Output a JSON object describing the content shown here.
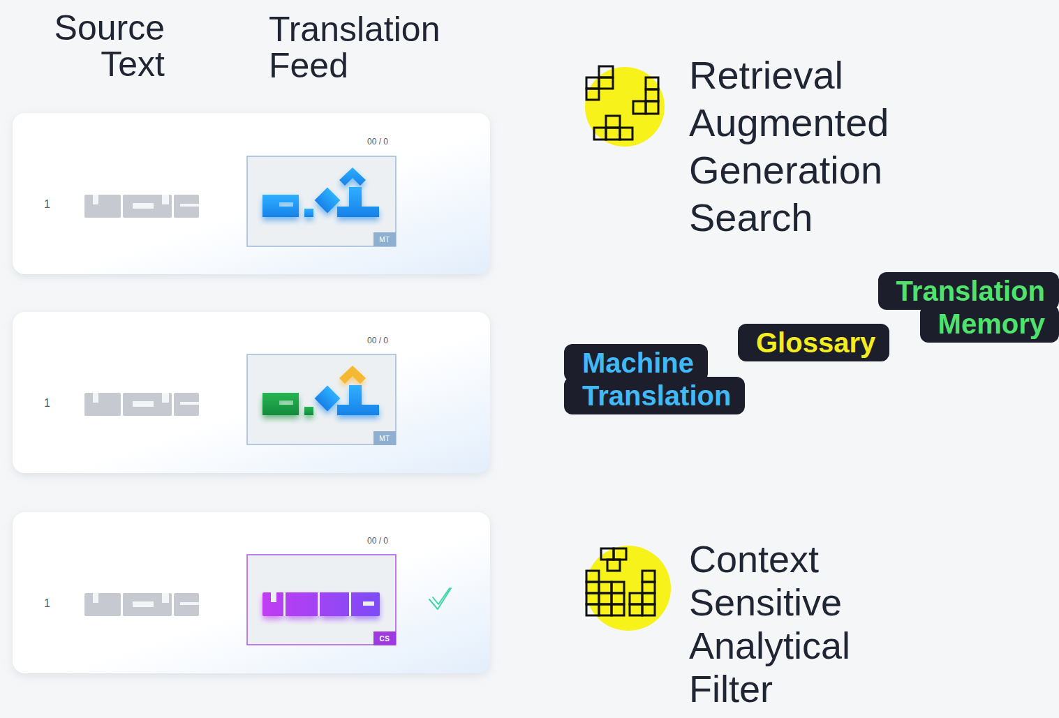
{
  "diagram": {
    "nodes": [
      {
        "text": [
          "1",
          "00 / 0"
        ]
      },
      {
        "text": [
          "MT"
        ],
        "in": 0
      },
      {
        "text": [
          "1",
          "00 / 0"
        ]
      },
      {
        "text": [
          "MT"
        ],
        "in": 2
      },
      {
        "text": [
          "1",
          "00 / 0"
        ]
      },
      {
        "text": [
          "CS"
        ],
        "in": 4
      },
      {
        "text": [
          "Translation Memory"
        ]
      },
      {
        "text": [
          "Glossary"
        ]
      },
      {
        "text": [
          "Machine Translation"
        ]
      }
    ],
    "labels": [
      "Source Text",
      "Translation Feed",
      "Retrieval Augmented Generation Search",
      "Context Sensitive Analytical Filter"
    ]
  }
}
